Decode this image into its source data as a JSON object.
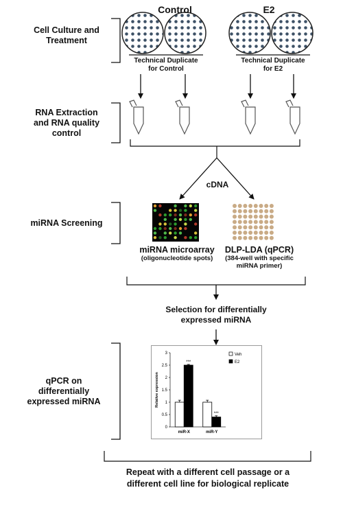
{
  "groups": {
    "control": "Control",
    "e2": "E2"
  },
  "steps": {
    "cell_culture": [
      "Cell Culture and",
      "Treatment"
    ],
    "rna": [
      "RNA Extraction",
      "and RNA quality",
      "control"
    ],
    "screening": "miRNA Screening",
    "qpcr": [
      "qPCR on",
      "differentially",
      "expressed miRNA"
    ]
  },
  "duplicates": {
    "control": [
      "Technical Duplicate",
      "for Control"
    ],
    "e2": [
      "Technical Duplicate",
      "for E2"
    ]
  },
  "cdna": "cDNA",
  "platforms": {
    "microarray": {
      "title": "miRNA microarray",
      "sub": "(oligonucleotide spots)"
    },
    "dlp": {
      "title": "DLP-LDA (qPCR)",
      "sub": [
        "(384-well with specific",
        "miRNA primer)"
      ]
    }
  },
  "selection": [
    "Selection for differentially",
    "expressed miRNA"
  ],
  "repeat": [
    "Repeat with a different cell passage or a",
    "different cell line for biological replicate"
  ],
  "chart_data": {
    "type": "bar",
    "categories": [
      "miR-X",
      "miR-Y"
    ],
    "series": [
      {
        "name": "Veh",
        "values": [
          1.0,
          1.0
        ],
        "errors": [
          0.08,
          0.08
        ],
        "color": "#ffffff"
      },
      {
        "name": "E2",
        "values": [
          2.5,
          0.4
        ],
        "errors": [
          0.03,
          0.05
        ],
        "color": "#000000"
      }
    ],
    "significance": [
      "***",
      "***"
    ],
    "ylabel": "Relative expression",
    "yticks": [
      "0",
      "0.5",
      "1",
      "1.5",
      "2",
      "2.5",
      "3"
    ],
    "ylim": [
      0,
      3
    ],
    "legend": "top-right"
  }
}
